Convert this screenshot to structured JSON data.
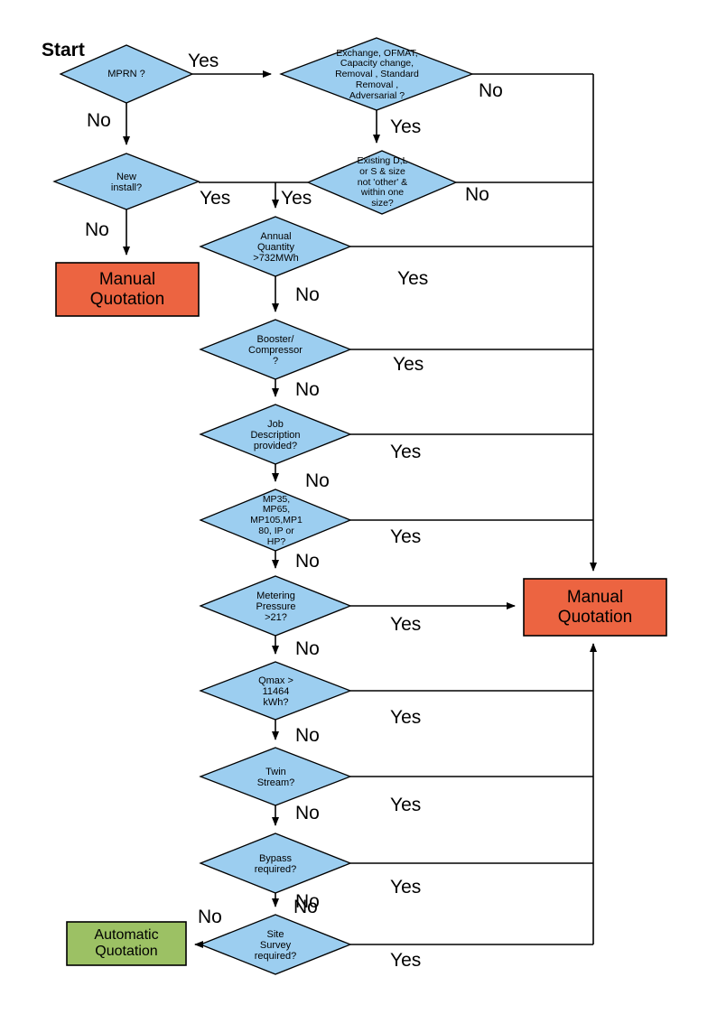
{
  "diagram": {
    "title_label": "Start",
    "colors": {
      "decision_fill": "#9CCEF0",
      "manual_fill": "#EC6441",
      "automatic_fill": "#9CC164",
      "stroke": "#000000",
      "background": "#FFFFFF"
    },
    "decisions": [
      {
        "id": "mprn",
        "label": "MPRN ?"
      },
      {
        "id": "exchange",
        "label": "Exchange, OFMAT,\nCapacity change,\nRemoval , Standard\nRemoval ,\nAdversarial ?"
      },
      {
        "id": "newinstall",
        "label": "New\ninstall?"
      },
      {
        "id": "existing",
        "label": "Existing D,L\nor S & size\nnot 'other' &\nwithin one\nsize?"
      },
      {
        "id": "annual",
        "label": "Annual\nQuantity\n>732MWh"
      },
      {
        "id": "booster",
        "label": "Booster/\nCompressor\n?"
      },
      {
        "id": "jobdesc",
        "label": "Job\nDescription\nprovided?"
      },
      {
        "id": "mpclass",
        "label": "MP35,\nMP65,\nMP105,MP1\n80, IP or\nHP?"
      },
      {
        "id": "metering",
        "label": "Metering\nPressure\n>21?"
      },
      {
        "id": "qmax",
        "label": "Qmax >\n11464\nkWh?"
      },
      {
        "id": "twin",
        "label": "Twin\nStream?"
      },
      {
        "id": "bypass",
        "label": "Bypass\nrequired?"
      },
      {
        "id": "sitesurvey",
        "label": "Site\nSurvey\nrequired?"
      }
    ],
    "terminals": [
      {
        "id": "manual-left",
        "label": "Manual\nQuotation",
        "kind": "manual"
      },
      {
        "id": "manual-right",
        "label": "Manual\nQuotation",
        "kind": "manual"
      },
      {
        "id": "automatic",
        "label": "Automatic\nQuotation",
        "kind": "automatic"
      }
    ],
    "edge_labels": {
      "mprn_yes": "Yes",
      "mprn_no": "No",
      "exchange_no": "No",
      "exchange_yes": "Yes",
      "newinstall_yes": "Yes",
      "newinstall_no": "No",
      "existing_yes": "Yes",
      "existing_no": "No",
      "annual_yes": "Yes",
      "annual_no": "No",
      "booster_yes": "Yes",
      "booster_no": "No",
      "jobdesc_yes": "Yes",
      "jobdesc_no": "No",
      "mpclass_yes": "Yes",
      "mpclass_no": "No",
      "metering_yes": "Yes",
      "metering_no": "No",
      "qmax_yes": "Yes",
      "qmax_no": "No",
      "twin_yes": "Yes",
      "twin_no": "No",
      "bypass_yes": "Yes",
      "bypass_no": "No",
      "sitesurvey_yes": "Yes",
      "sitesurvey_no_top": "No",
      "sitesurvey_no_left": "No"
    }
  }
}
